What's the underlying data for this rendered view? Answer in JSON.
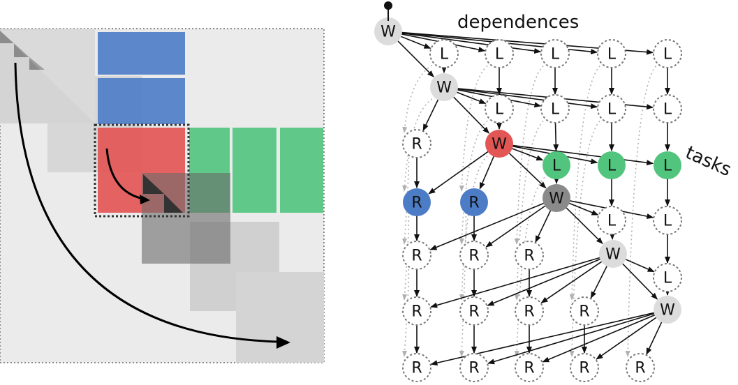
{
  "annotations": {
    "dependences": "dependences",
    "tasks": "tasks"
  },
  "colors": {
    "panel_bg": "#ebebeb",
    "light_block": "#d4d4d4",
    "blue": "#4d7cc7",
    "red": "#e35656",
    "green": "#51c47d",
    "dark": "#6b6b6b",
    "node_grey": "#dcdcdc",
    "node_dark": "#8a8a8a",
    "edge": "#111111",
    "dep_edge": "#b0b0b0"
  },
  "nodes": [
    {
      "id": "w1",
      "label": "W",
      "style": "grey"
    },
    {
      "id": "l11",
      "label": "L",
      "style": "dotted"
    },
    {
      "id": "l12",
      "label": "L",
      "style": "dotted"
    },
    {
      "id": "l13",
      "label": "L",
      "style": "dotted"
    },
    {
      "id": "l14",
      "label": "L",
      "style": "dotted"
    },
    {
      "id": "l15",
      "label": "L",
      "style": "dotted"
    },
    {
      "id": "w2",
      "label": "W",
      "style": "grey"
    },
    {
      "id": "l22",
      "label": "L",
      "style": "dotted"
    },
    {
      "id": "l23",
      "label": "L",
      "style": "dotted"
    },
    {
      "id": "l24",
      "label": "L",
      "style": "dotted"
    },
    {
      "id": "l25",
      "label": "L",
      "style": "dotted"
    },
    {
      "id": "r1",
      "label": "R",
      "style": "dotted"
    },
    {
      "id": "w3",
      "label": "W",
      "style": "red"
    },
    {
      "id": "l33",
      "label": "L",
      "style": "green"
    },
    {
      "id": "l34",
      "label": "L",
      "style": "green"
    },
    {
      "id": "l35",
      "label": "L",
      "style": "green"
    },
    {
      "id": "r2a",
      "label": "R",
      "style": "blue"
    },
    {
      "id": "r2b",
      "label": "R",
      "style": "blue"
    },
    {
      "id": "w4",
      "label": "W",
      "style": "dark"
    },
    {
      "id": "l44",
      "label": "L",
      "style": "dotted"
    },
    {
      "id": "l45",
      "label": "L",
      "style": "dotted"
    },
    {
      "id": "r3a",
      "label": "R",
      "style": "dotted"
    },
    {
      "id": "r3b",
      "label": "R",
      "style": "dotted"
    },
    {
      "id": "r3c",
      "label": "R",
      "style": "dotted"
    },
    {
      "id": "w5",
      "label": "W",
      "style": "grey"
    },
    {
      "id": "l55",
      "label": "L",
      "style": "dotted"
    },
    {
      "id": "r4a",
      "label": "R",
      "style": "dotted"
    },
    {
      "id": "r4b",
      "label": "R",
      "style": "dotted"
    },
    {
      "id": "r4c",
      "label": "R",
      "style": "dotted"
    },
    {
      "id": "r4d",
      "label": "R",
      "style": "dotted"
    },
    {
      "id": "w6",
      "label": "W",
      "style": "grey"
    },
    {
      "id": "r5a",
      "label": "R",
      "style": "dotted"
    },
    {
      "id": "r5b",
      "label": "R",
      "style": "dotted"
    },
    {
      "id": "r5c",
      "label": "R",
      "style": "dotted"
    },
    {
      "id": "r5d",
      "label": "R",
      "style": "dotted"
    },
    {
      "id": "r5e",
      "label": "R",
      "style": "dotted"
    }
  ],
  "edges": [
    [
      "w1",
      "l11"
    ],
    [
      "w1",
      "l12"
    ],
    [
      "w1",
      "l13"
    ],
    [
      "w1",
      "l14"
    ],
    [
      "w1",
      "l15"
    ],
    [
      "w1",
      "w2"
    ],
    [
      "l11",
      "w2"
    ],
    [
      "l12",
      "l22"
    ],
    [
      "l13",
      "l23"
    ],
    [
      "l14",
      "l24"
    ],
    [
      "l15",
      "l25"
    ],
    [
      "w2",
      "l22"
    ],
    [
      "w2",
      "l23"
    ],
    [
      "w2",
      "l24"
    ],
    [
      "w2",
      "l25"
    ],
    [
      "w2",
      "r1"
    ],
    [
      "w2",
      "w3"
    ],
    [
      "l22",
      "w3"
    ],
    [
      "l23",
      "l33"
    ],
    [
      "l24",
      "l34"
    ],
    [
      "l25",
      "l35"
    ],
    [
      "w3",
      "l33"
    ],
    [
      "w3",
      "l34"
    ],
    [
      "w3",
      "l35"
    ],
    [
      "w3",
      "r2a"
    ],
    [
      "w3",
      "r2b"
    ],
    [
      "w3",
      "w4"
    ],
    [
      "r1",
      "r2a"
    ],
    [
      "l33",
      "w4"
    ],
    [
      "l34",
      "l44"
    ],
    [
      "l35",
      "l45"
    ],
    [
      "w4",
      "l44"
    ],
    [
      "w4",
      "l45"
    ],
    [
      "w4",
      "r3a"
    ],
    [
      "w4",
      "r3b"
    ],
    [
      "w4",
      "r3c"
    ],
    [
      "w4",
      "w5"
    ],
    [
      "r2a",
      "r3a"
    ],
    [
      "r2b",
      "r3b"
    ],
    [
      "l44",
      "w5"
    ],
    [
      "l45",
      "l55"
    ],
    [
      "w5",
      "l55"
    ],
    [
      "w5",
      "r4a"
    ],
    [
      "w5",
      "r4b"
    ],
    [
      "w5",
      "r4c"
    ],
    [
      "w5",
      "r4d"
    ],
    [
      "w5",
      "w6"
    ],
    [
      "r3a",
      "r4a"
    ],
    [
      "r3b",
      "r4b"
    ],
    [
      "r3c",
      "r4c"
    ],
    [
      "l55",
      "w6"
    ],
    [
      "w6",
      "r5a"
    ],
    [
      "w6",
      "r5b"
    ],
    [
      "w6",
      "r5c"
    ],
    [
      "w6",
      "r5d"
    ],
    [
      "w6",
      "r5e"
    ],
    [
      "r4a",
      "r5a"
    ],
    [
      "r4b",
      "r5b"
    ],
    [
      "r4c",
      "r5c"
    ],
    [
      "r4d",
      "r5d"
    ]
  ]
}
